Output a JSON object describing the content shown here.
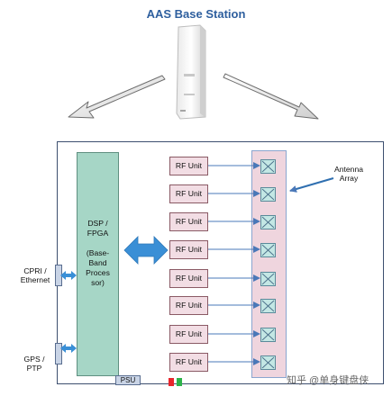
{
  "header": {
    "title": "AAS Base Station"
  },
  "dsp_block": {
    "lines": [
      "DSP /",
      "FPGA",
      "",
      "(Base-",
      "Band",
      "Proces",
      "sor)"
    ]
  },
  "psu": {
    "label": "PSU"
  },
  "rf_units": [
    "RF Unit",
    "RF Unit",
    "RF Unit",
    "RF Unit",
    "RF Unit",
    "RF Unit",
    "RF Unit",
    "RF Unit"
  ],
  "antenna_array": {
    "label_line1": "Antenna",
    "label_line2": "Array"
  },
  "interfaces": {
    "cpri_line1": "CPRI /",
    "cpri_line2": "Ethernet",
    "gps_line1": "GPS /",
    "gps_line2": "PTP"
  },
  "status_leds": {
    "led1_color": "#e8262c",
    "led2_color": "#2db34a"
  },
  "watermark": {
    "text": "知乎 @单身键盘侠"
  },
  "colors": {
    "title": "#2e5f9e",
    "dsp_fill": "#a6d6c6",
    "rf_fill": "#f2dde4",
    "array_fill": "#efd5de",
    "element_fill": "#c3e7e4",
    "arrow_blue": "#3a8fd6"
  }
}
